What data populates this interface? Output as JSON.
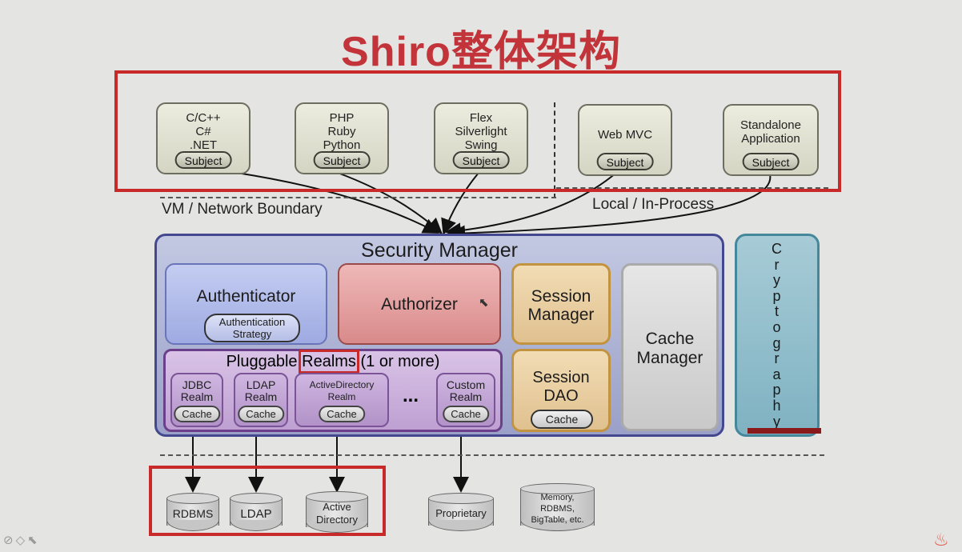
{
  "page": {
    "title": "Shiro整体架构"
  },
  "clients": [
    {
      "label": "C/C++\nC#\n.NET",
      "subject": "Subject"
    },
    {
      "label": "PHP\nRuby\nPython",
      "subject": "Subject"
    },
    {
      "label": "Flex\nSilverlight\nSwing",
      "subject": "Subject"
    },
    {
      "label": "Web MVC",
      "subject": "Subject"
    },
    {
      "label": "Standalone\nApplication",
      "subject": "Subject"
    }
  ],
  "boundaries": {
    "network": "VM / Network Boundary",
    "local": "Local / In-Process"
  },
  "security_manager": {
    "title": "Security Manager",
    "authenticator": "Authenticator",
    "auth_strategy": "Authentication\nStrategy",
    "authorizer": "Authorizer",
    "session_manager": "Session\nManager",
    "cache_manager": "Cache\nManager",
    "session_dao": "Session\nDAO",
    "session_dao_cache": "Cache",
    "realms_title_pre": "Pluggable ",
    "realms_title_hl": "Realms",
    "realms_title_post": " (1 or more)",
    "realms": [
      {
        "label": "JDBC\nRealm",
        "cache": "Cache"
      },
      {
        "label": "LDAP\nRealm",
        "cache": "Cache"
      },
      {
        "label": "ActiveDirectory\nRealm",
        "cache": "Cache"
      },
      {
        "label": "Custom\nRealm",
        "cache": "Cache"
      }
    ],
    "ellipsis": "..."
  },
  "cryptography": "C\nr\ny\np\nt\no\ng\nr\na\np\nh\ny",
  "datastores": {
    "rdbms": "RDBMS",
    "ldap": "LDAP",
    "active_directory": "Active\nDirectory",
    "proprietary": "Proprietary",
    "memory": "Memory,\nRDBMS,\nBigTable, etc."
  },
  "colors": {
    "highlight": "#c82a2a",
    "title": "#c2343a"
  }
}
